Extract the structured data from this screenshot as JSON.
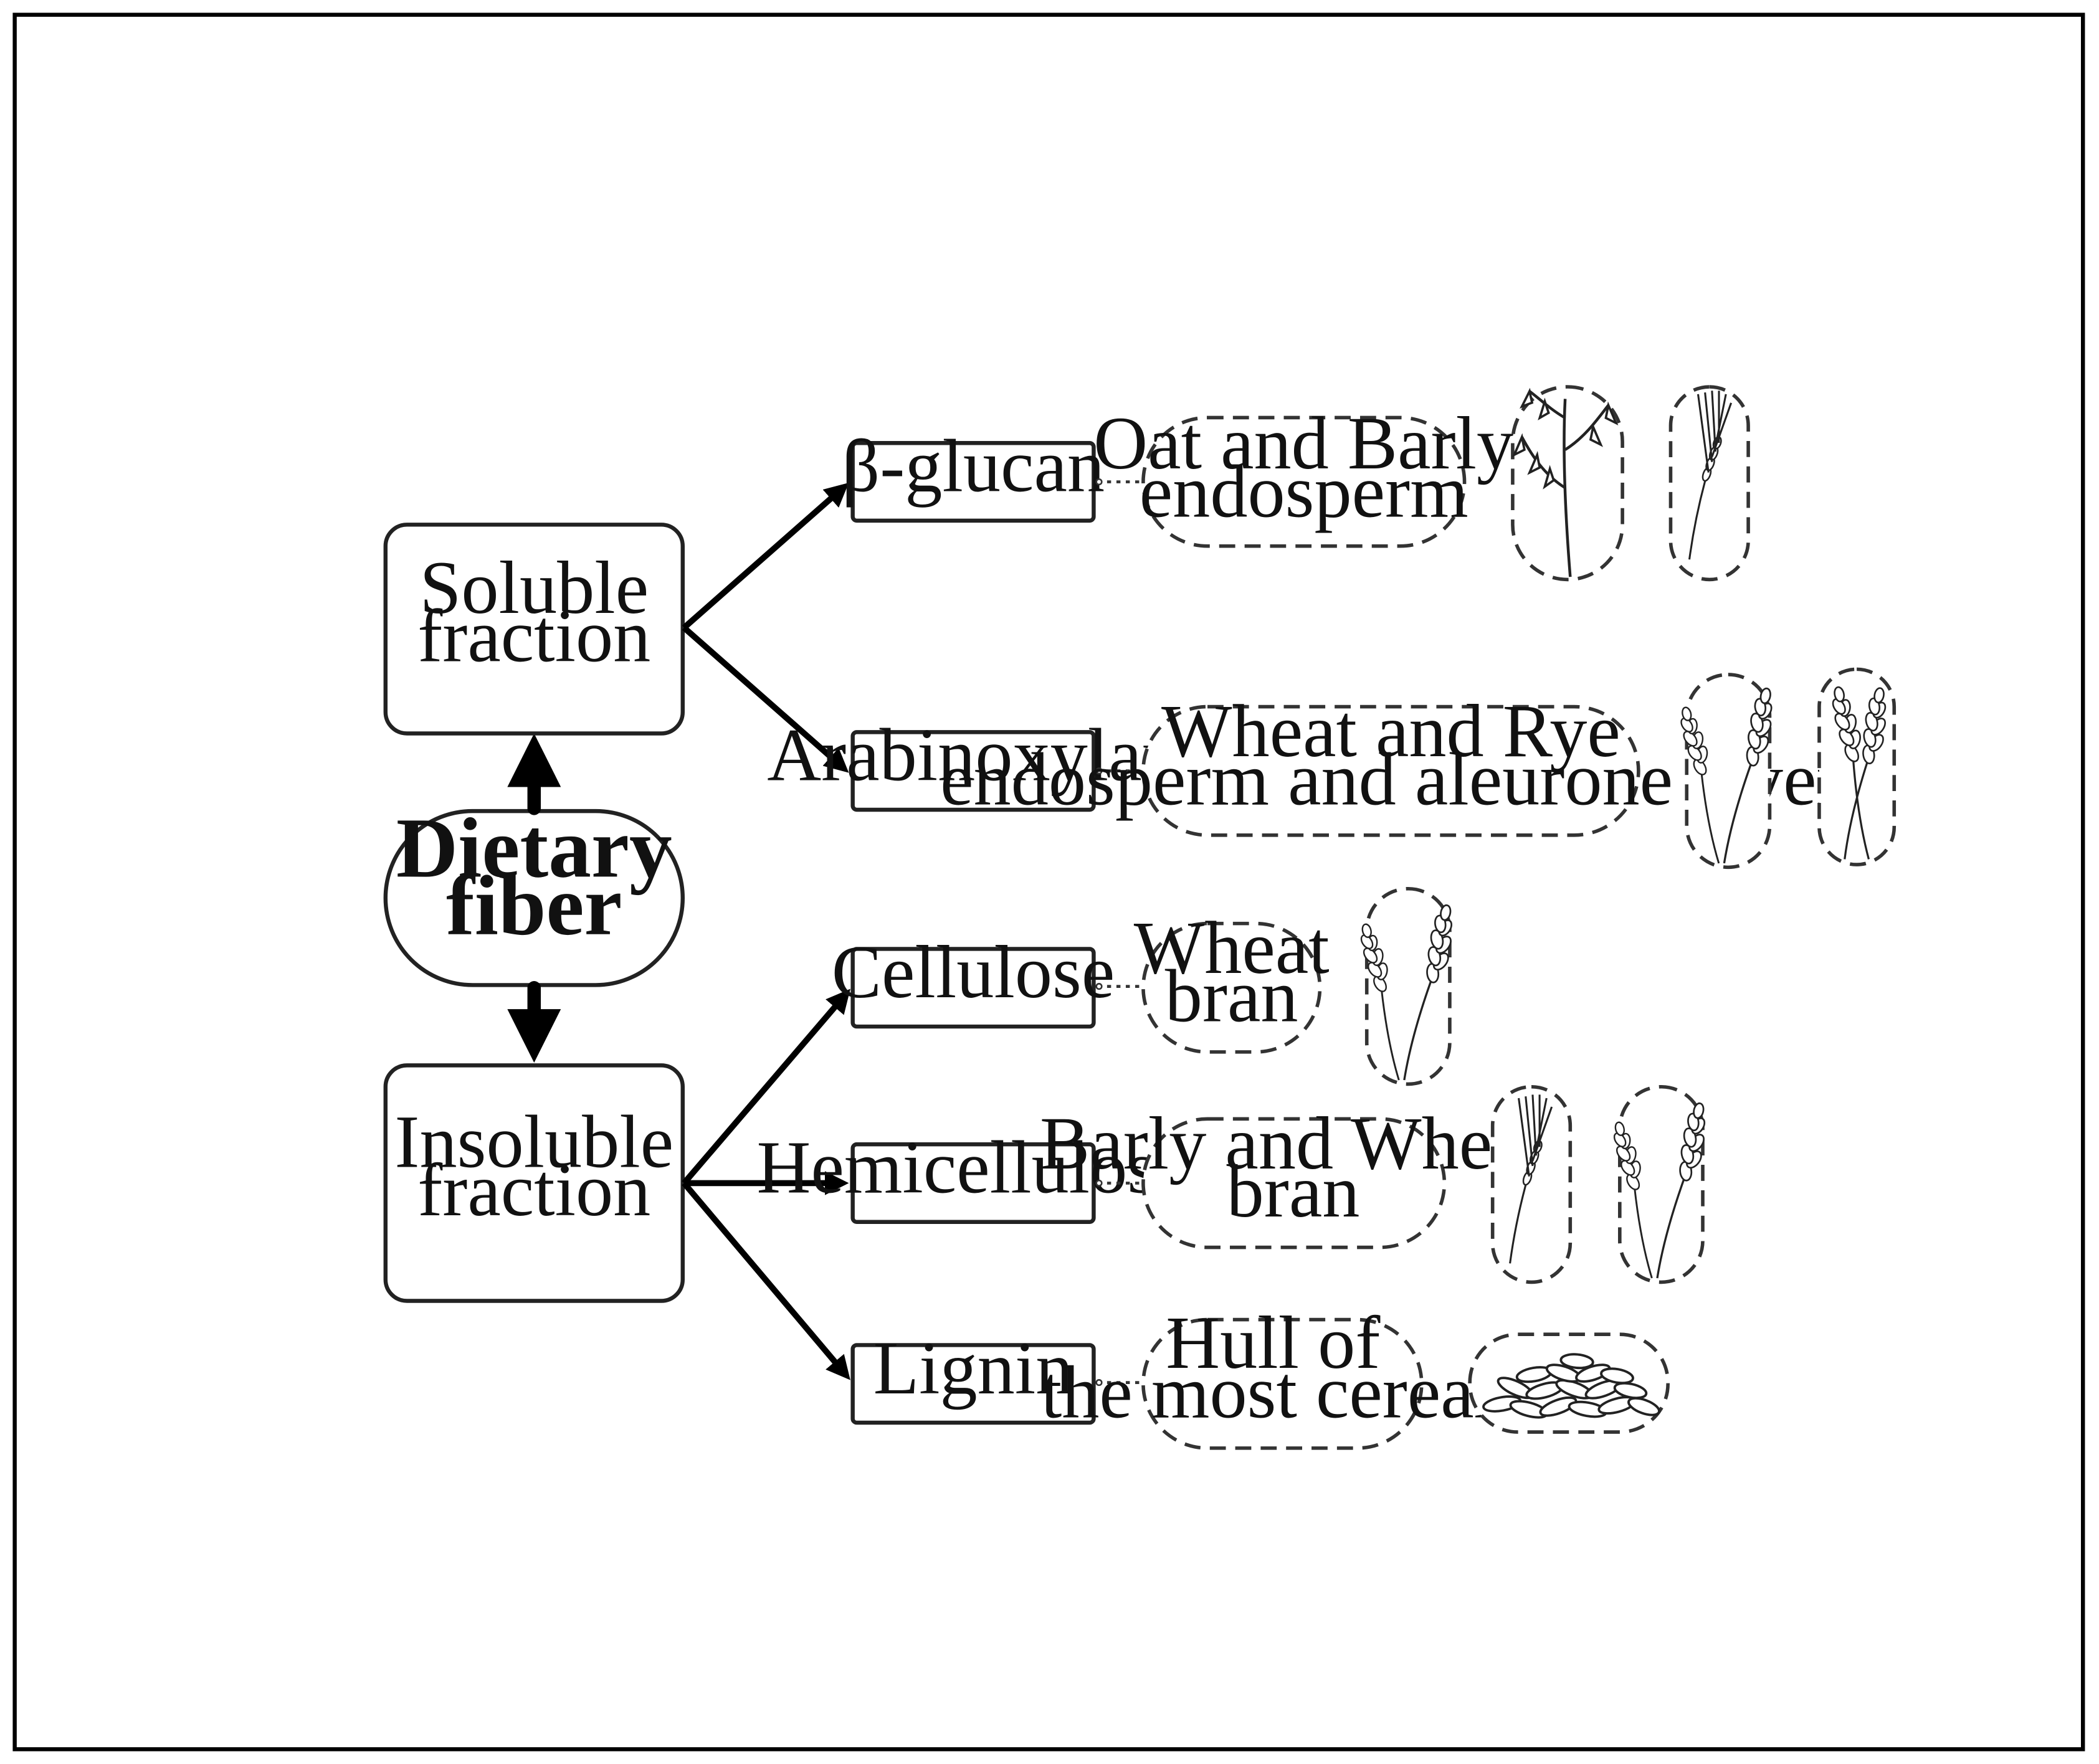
{
  "root": {
    "line1": "Dietary",
    "line2": "fiber"
  },
  "fractions": {
    "soluble": {
      "line1": "Soluble",
      "line2": "fraction"
    },
    "insoluble": {
      "line1": "Insoluble",
      "line2": "fraction"
    }
  },
  "components": [
    {
      "name": "β-glucan",
      "source_line1": "Oat and Barly",
      "source_line2": "endosperm",
      "plants": [
        "oat-plant-icon",
        "barley-spike-icon"
      ]
    },
    {
      "name": "Arabinoxylan",
      "source_line1": "Wheat and Rye",
      "source_line2": "endosperm and aleurone layer",
      "plants": [
        "wheat-ears-icon",
        "rye-ears-icon"
      ]
    },
    {
      "name": "Cellulose",
      "source_line1": "Wheat",
      "source_line2": "bran",
      "plants": [
        "wheat-ears-icon"
      ]
    },
    {
      "name": "Hemicellulose",
      "source_line1": "Barly and Wheat",
      "source_line2": "bran",
      "plants": [
        "barley-spike-icon",
        "wheat-ears-icon"
      ]
    },
    {
      "name": "Lignin",
      "source_line1": "Hull of",
      "source_line2": "the most cereals",
      "plants": [
        "grain-hulls-icon"
      ]
    }
  ],
  "colors": {
    "stroke": "#000000",
    "background": "#ffffff"
  }
}
